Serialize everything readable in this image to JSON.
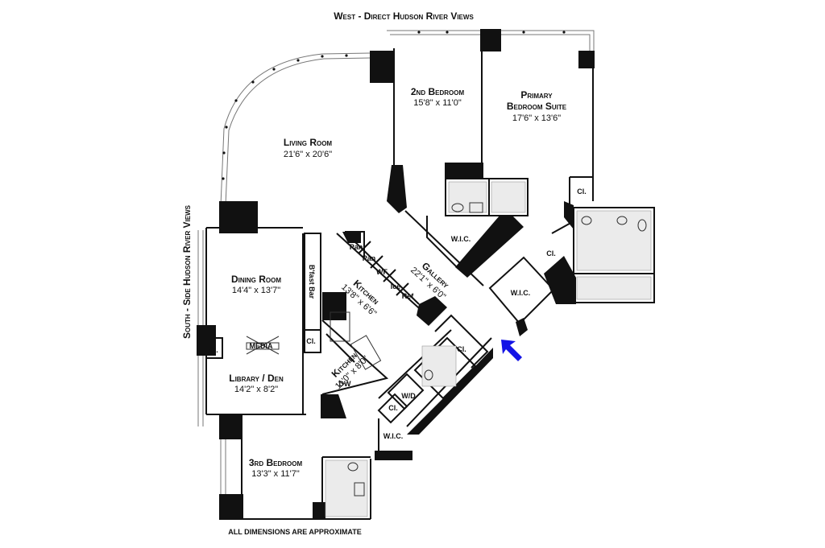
{
  "views": {
    "west": "West - Direct Hudson River Views",
    "south": "South - Side Hudson River Views"
  },
  "footer_note": "All dimensions are approximate",
  "rooms": {
    "living": {
      "name": "Living Room",
      "dims": "21'6\" x 20'6\""
    },
    "bedroom2": {
      "name": "2nd Bedroom",
      "dims": "15'8\" x 11'0\""
    },
    "primary": {
      "name_line1": "Primary",
      "name_line2": "Bedroom Suite",
      "dims": "17'6\" x 13'6\""
    },
    "dining": {
      "name": "Dining Room",
      "dims": "14'4\" x 13'7\""
    },
    "library": {
      "name": "Library / Den",
      "dims": "14'2\" x 8'2\""
    },
    "bedroom3": {
      "name": "3rd Bedroom",
      "dims": "13'3\" x 11'7\""
    },
    "gallery": {
      "name": "Gallery",
      "dims": "22'1\" x 6'0\""
    },
    "kitchen1": {
      "name": "Kitchen",
      "dims": "13'8\" x 6'6\""
    },
    "kitchen2": {
      "name": "Kitchen",
      "dims": "11'0\" x 8'0\""
    }
  },
  "labels": {
    "wic_2nd": "W.I.C.",
    "wic_primary": "W.I.C.",
    "wic_3rd": "W.I.C.",
    "cl_primary": "Cl.",
    "cl_bath": "Cl.",
    "cl_dining": "Cl.",
    "cl_bfast": "Cl.",
    "cl_hall": "Cl.",
    "cl_wd": "Cl.",
    "bfast_bar": "B'fast Bar",
    "media": "MEDIA",
    "pan1": "Pan",
    "pan2": "Pan",
    "wf": "WF",
    "ice": "Ice",
    "ref": "Ref",
    "dw": "DW",
    "wd": "W/D"
  },
  "colors": {
    "entry_arrow": "#1414e6",
    "walls": "#111111"
  },
  "icons": {
    "entry": "entry-arrow-icon"
  }
}
